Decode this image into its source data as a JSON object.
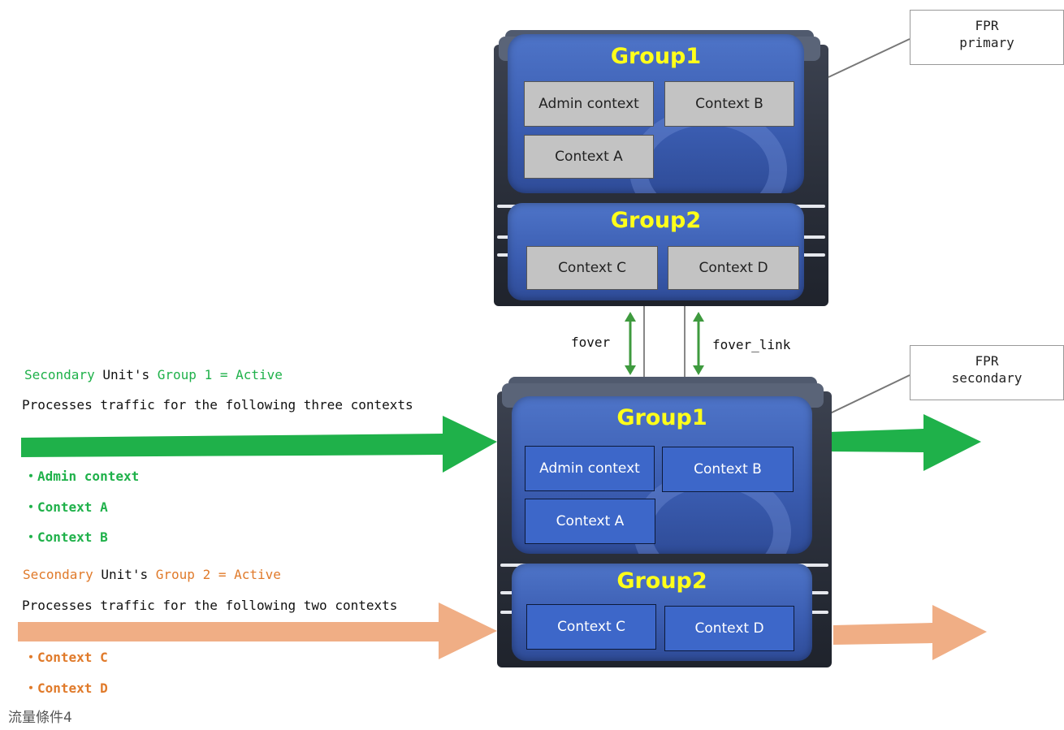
{
  "primary": {
    "label_line1": "FPR",
    "label_line2": "primary",
    "group1": {
      "title": "Group1",
      "contexts": [
        "Admin context",
        "Context B",
        "Context A"
      ]
    },
    "group2": {
      "title": "Group2",
      "contexts": [
        "Context C",
        "Context D"
      ]
    }
  },
  "secondary": {
    "label_line1": "FPR",
    "label_line2": "secondary",
    "group1": {
      "title": "Group1",
      "contexts": [
        "Admin context",
        "Context B",
        "Context A"
      ]
    },
    "group2": {
      "title": "Group2",
      "contexts": [
        "Context C",
        "Context D"
      ]
    }
  },
  "links": {
    "fover": "fover",
    "fover_link": "fover_link"
  },
  "group1_note": {
    "part1": "Secondary",
    "part2": " Unit's ",
    "part3": "Group 1 = Active",
    "line2": "Processes traffic for the following three contexts",
    "items": [
      "・Admin context",
      "・Context A",
      "・Context B"
    ]
  },
  "group2_note": {
    "part1": "Secondary",
    "part2": " Unit's ",
    "part3": "Group 2 = Active",
    "line2": "Processes traffic for the following two contexts",
    "items": [
      "・Context C",
      "・Context D"
    ]
  },
  "caption": "流量條件4",
  "colors": {
    "green": "#1fb14a",
    "orange": "#f0ae85",
    "group_title": "#ffff1a",
    "context_blue": "#3d67c9",
    "context_grey": "#c3c3c3"
  }
}
